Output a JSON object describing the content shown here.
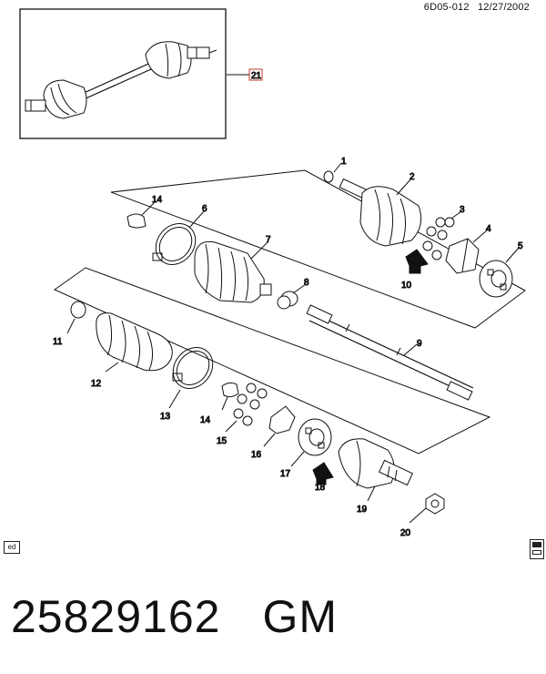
{
  "header": {
    "ref_code": "6D05-012",
    "date": "12/27/2002"
  },
  "callouts": {
    "c1": "1",
    "c2": "2",
    "c3": "3",
    "c4": "4",
    "c5": "5",
    "c6": "6",
    "c7": "7",
    "c8": "8",
    "c9": "9",
    "c10": "10",
    "c11": "11",
    "c12": "12",
    "c13": "13",
    "c14a": "14",
    "c14b": "14",
    "c15": "15",
    "c16": "16",
    "c17": "17",
    "c18": "18",
    "c19": "19",
    "c20": "20",
    "c21": "21"
  },
  "footer": {
    "edition_tag": "ed",
    "part_number": "25829162",
    "brand": "GM"
  },
  "colors": {
    "line": "#111111",
    "callout_box": "#c0392b",
    "arrow_fill": "#111111"
  }
}
